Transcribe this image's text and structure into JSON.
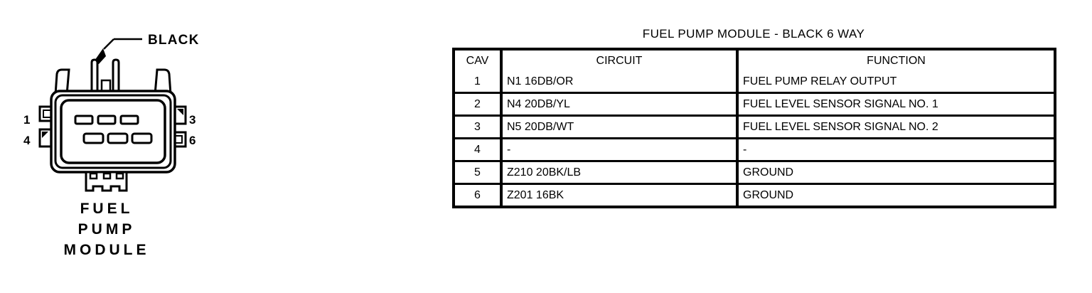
{
  "connector": {
    "callout_label": "BLACK",
    "caption_lines": [
      "FUEL",
      "PUMP",
      "MODULE"
    ],
    "pin_labels": {
      "left_top": "1",
      "left_bottom": "4",
      "right_top": "3",
      "right_bottom": "6"
    },
    "cavity_count": 6,
    "line_color": "#000000",
    "fill_color": "#ffffff"
  },
  "pinout": {
    "title": "FUEL PUMP MODULE - BLACK 6 WAY",
    "headers": [
      "CAV",
      "CIRCUIT",
      "FUNCTION"
    ],
    "rows": [
      {
        "cav": "1",
        "circuit": "N1 16DB/OR",
        "function": "FUEL PUMP RELAY OUTPUT"
      },
      {
        "cav": "2",
        "circuit": "N4 20DB/YL",
        "function": "FUEL LEVEL SENSOR SIGNAL NO. 1"
      },
      {
        "cav": "3",
        "circuit": "N5 20DB/WT",
        "function": "FUEL LEVEL SENSOR SIGNAL NO. 2"
      },
      {
        "cav": "4",
        "circuit": "-",
        "function": "-"
      },
      {
        "cav": "5",
        "circuit": "Z210 20BK/LB",
        "function": "GROUND"
      },
      {
        "cav": "6",
        "circuit": "Z201 16BK",
        "function": "GROUND"
      }
    ]
  }
}
